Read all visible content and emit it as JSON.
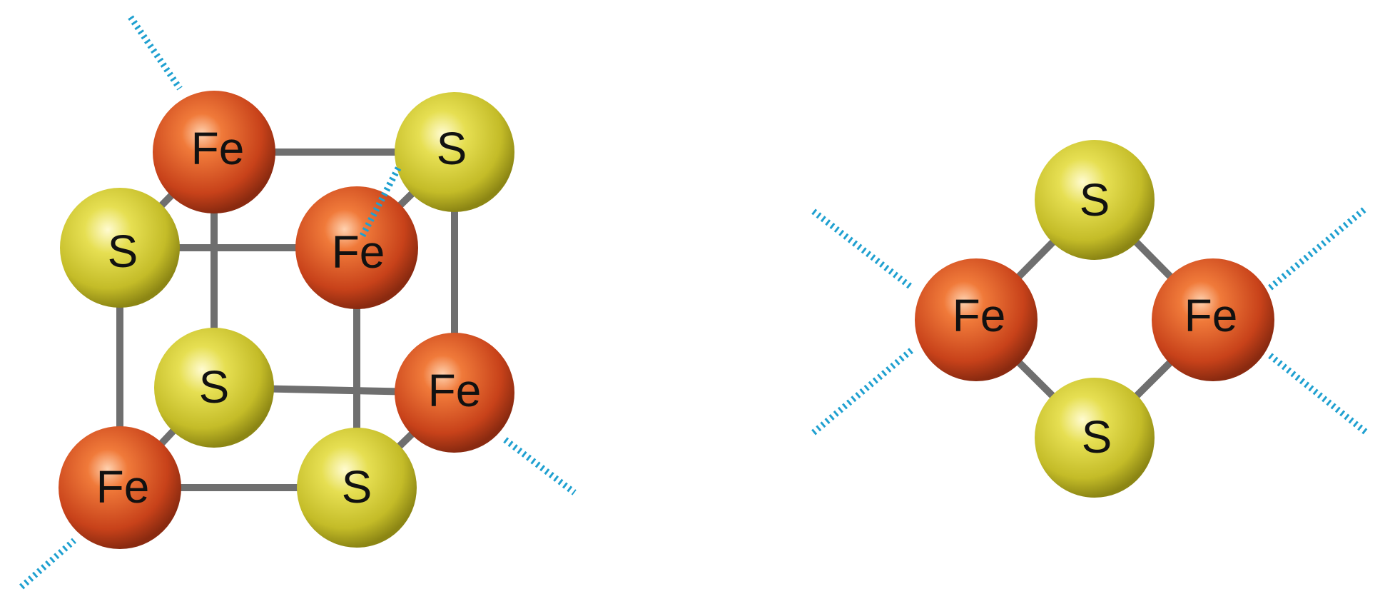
{
  "colors": {
    "fe": "#d24a1c",
    "s": "#d6cf30",
    "bond": "#6f6f6f",
    "ligand": "#1fa0d0"
  },
  "clusters": [
    {
      "name": "fe4s4",
      "atoms": [
        {
          "element": "Fe",
          "label": "Fe"
        },
        {
          "element": "S",
          "label": "S"
        },
        {
          "element": "S",
          "label": "S"
        },
        {
          "element": "Fe",
          "label": "Fe"
        },
        {
          "element": "S",
          "label": "S"
        },
        {
          "element": "Fe",
          "label": "Fe"
        },
        {
          "element": "Fe",
          "label": "Fe"
        },
        {
          "element": "S",
          "label": "S"
        }
      ]
    },
    {
      "name": "fe2s2",
      "atoms": [
        {
          "element": "S",
          "label": "S"
        },
        {
          "element": "Fe",
          "label": "Fe"
        },
        {
          "element": "Fe",
          "label": "Fe"
        },
        {
          "element": "S",
          "label": "S"
        }
      ]
    }
  ]
}
